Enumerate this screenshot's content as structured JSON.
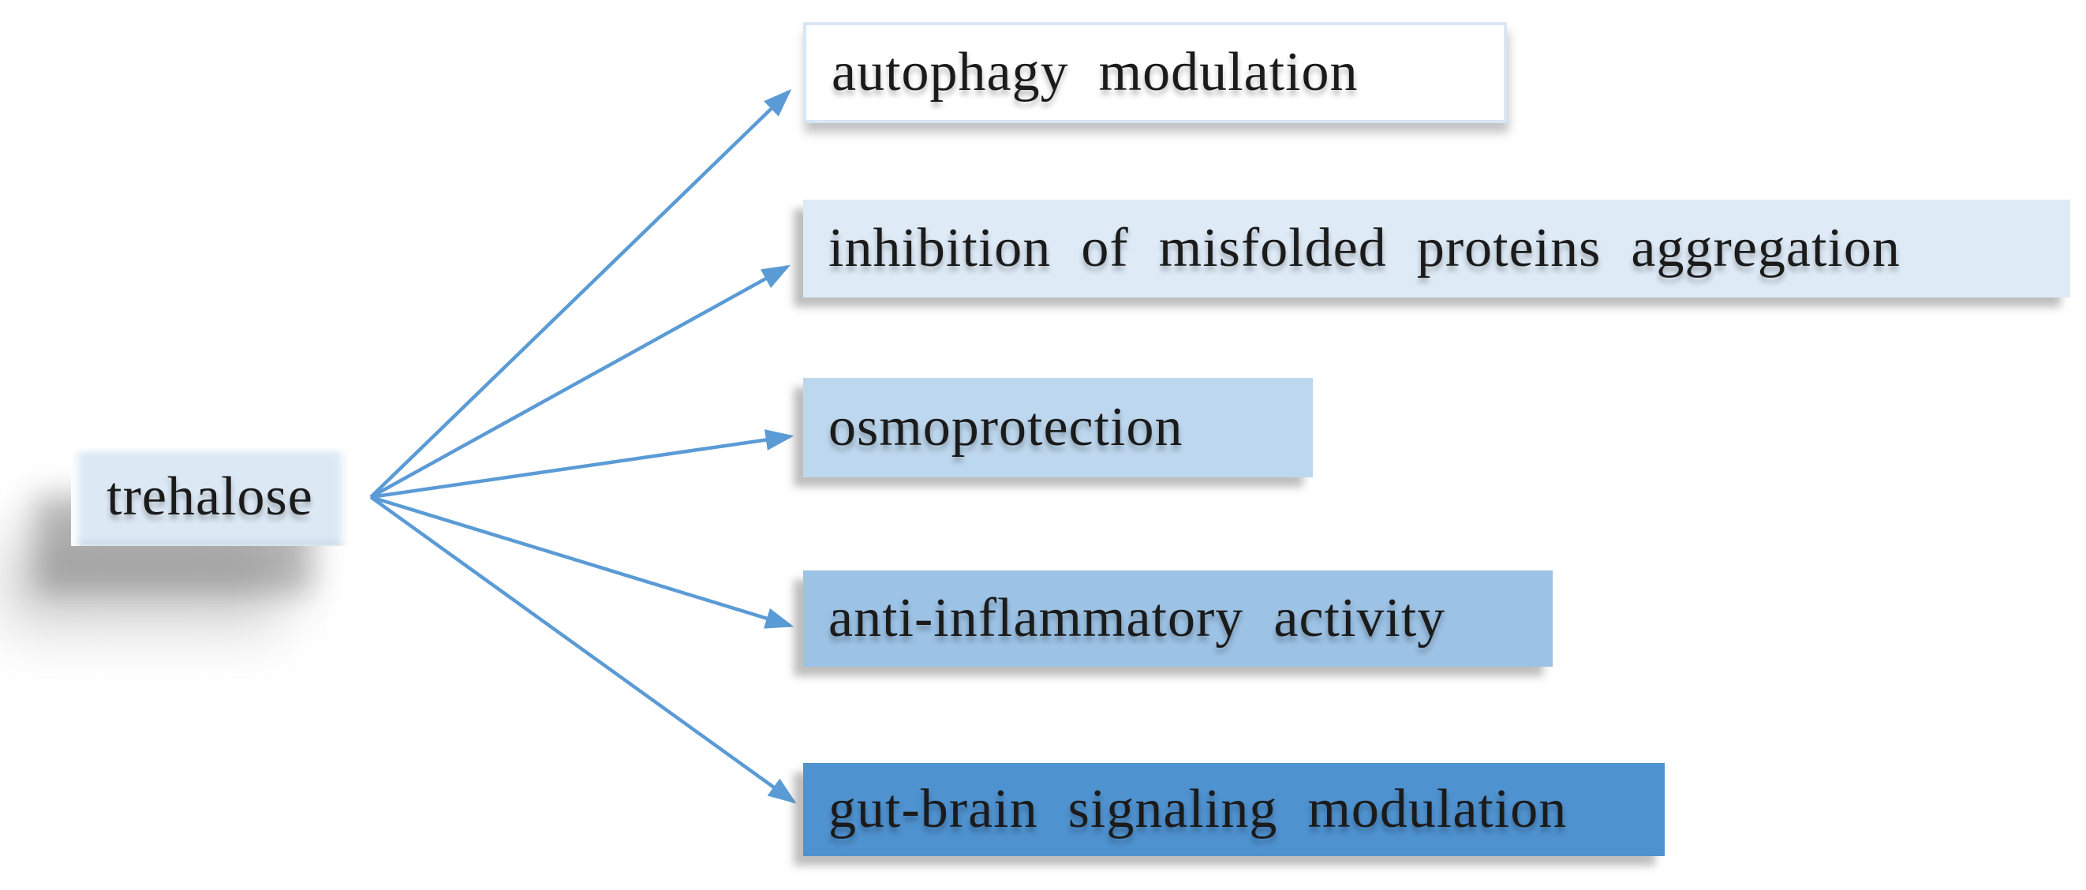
{
  "diagram": {
    "text_color": "#1b1b1b",
    "arrow_color": "#5b9bd5",
    "root": {
      "label": "trehalose",
      "fill": "#dce9f5"
    },
    "branches": [
      {
        "label": "autophagy modulation",
        "fill": "#ffffff",
        "border": "#d9e6f4"
      },
      {
        "label": "inhibition of misfolded proteins aggregation",
        "fill": "#deebf7"
      },
      {
        "label": "osmoprotection",
        "fill": "#bdd7ee"
      },
      {
        "label": "anti-inflammatory activity",
        "fill": "#9cc2e5"
      },
      {
        "label": "gut-brain signaling modulation",
        "fill": "#4f92d0"
      }
    ]
  }
}
